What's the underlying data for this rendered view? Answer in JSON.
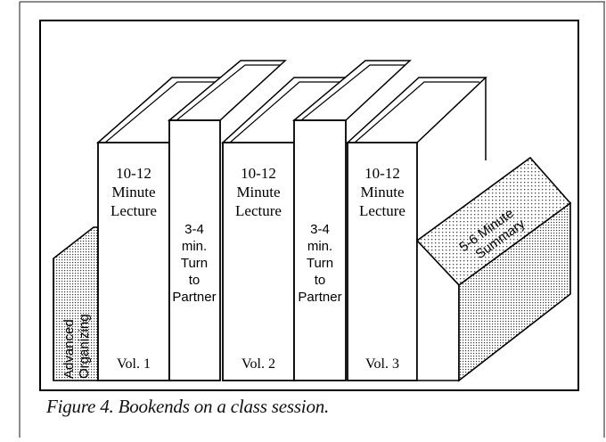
{
  "figure": {
    "caption": "Figure 4. Bookends on a class session.",
    "left_bookend": {
      "line1": "Advanced",
      "line2": "Organizing"
    },
    "right_bookend": {
      "line1": "5-6 Minute",
      "line2": "Summary"
    },
    "lectures": [
      {
        "line1": "10-12",
        "line2": "Minute",
        "line3": "Lecture",
        "volume": "Vol. 1"
      },
      {
        "line1": "10-12",
        "line2": "Minute",
        "line3": "Lecture",
        "volume": "Vol. 2"
      },
      {
        "line1": "10-12",
        "line2": "Minute",
        "line3": "Lecture",
        "volume": "Vol. 3"
      }
    ],
    "partners": [
      {
        "line1": "3-4",
        "line2": "min.",
        "line3": "Turn",
        "line4": "to",
        "line5": "Partner"
      },
      {
        "line1": "3-4",
        "line2": "min.",
        "line3": "Turn",
        "line4": "to",
        "line5": "Partner"
      }
    ]
  }
}
